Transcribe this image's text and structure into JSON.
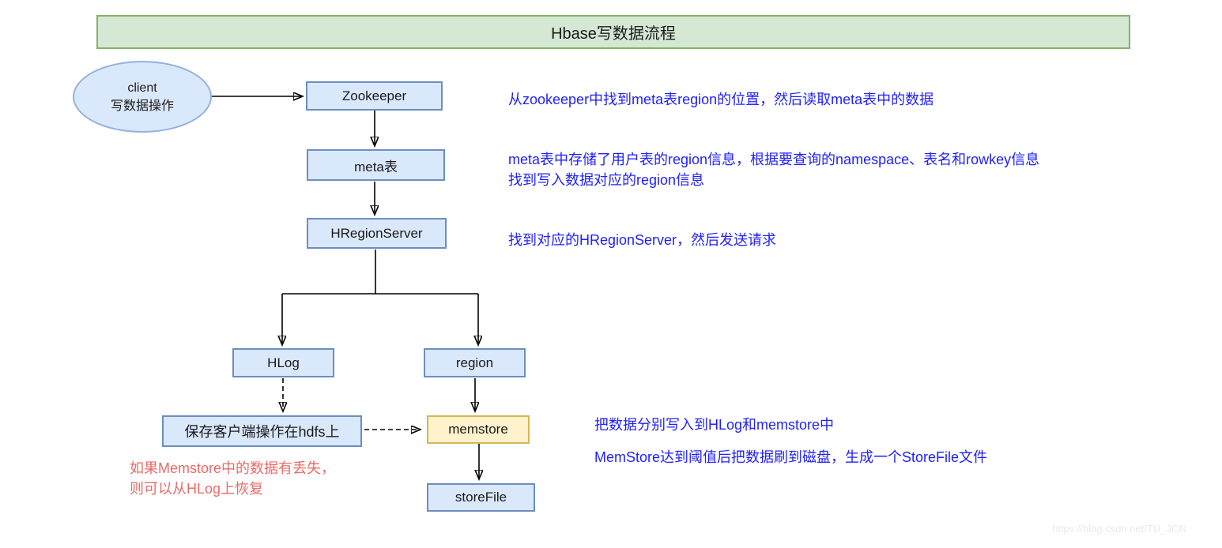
{
  "title": "Hbase写数据流程",
  "colors": {
    "title_fill": "#d5e8d4",
    "title_border": "#82b366",
    "node_fill": "#dae8fc",
    "node_border": "#6c8ebf",
    "ellipse_border": "#92b1dc",
    "memstore_fill": "#fff2cc",
    "memstore_border": "#d6b656",
    "annotation_blue": "#1f1fff",
    "note_red": "#ea6b66"
  },
  "nodes": {
    "client": {
      "lines": [
        "client",
        "写数据操作"
      ]
    },
    "zookeeper": {
      "label": "Zookeeper"
    },
    "meta": {
      "label": "meta表"
    },
    "hregionserver": {
      "label": "HRegionServer"
    },
    "hlog": {
      "label": "HLog"
    },
    "region": {
      "label": "region"
    },
    "hdfs_save": {
      "label": "保存客户端操作在hdfs上"
    },
    "memstore": {
      "label": "memstore"
    },
    "storefile": {
      "label": "storeFile"
    }
  },
  "annotations": {
    "step1": "从zookeeper中找到meta表region的位置，然后读取meta表中的数据",
    "step2_lines": [
      "meta表中存储了用户表的region信息，根据要查询的namespace、表名和rowkey信息",
      "找到写入数据对应的region信息"
    ],
    "step3": "找到对应的HRegionServer，然后发送请求",
    "step4": "把数据分别写入到HLog和memstore中",
    "step5": "MemStore达到阈值后把数据刷到磁盘，生成一个StoreFile文件",
    "note_lines": [
      "如果Memstore中的数据有丢失，",
      "则可以从HLog上恢复"
    ]
  },
  "watermark": "https://blog.csdn.net/TU_JCN"
}
